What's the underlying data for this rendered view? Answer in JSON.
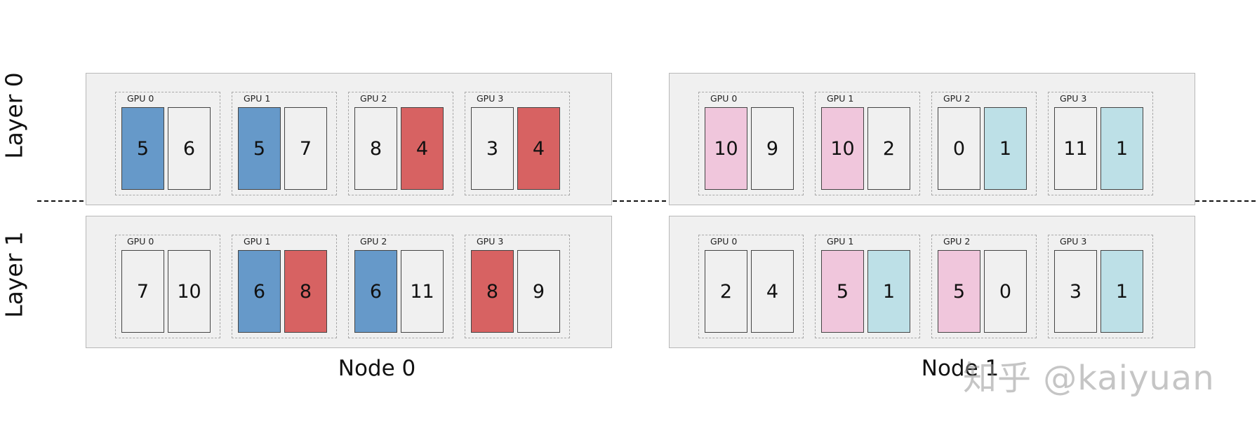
{
  "layers": [
    {
      "label": "Layer 0",
      "nodes": [
        {
          "gpus": [
            {
              "label": "GPU 0",
              "experts": [
                {
                  "value": "5",
                  "color": "blue"
                },
                {
                  "value": "6",
                  "color": "none"
                }
              ]
            },
            {
              "label": "GPU 1",
              "experts": [
                {
                  "value": "5",
                  "color": "blue"
                },
                {
                  "value": "7",
                  "color": "none"
                }
              ]
            },
            {
              "label": "GPU 2",
              "experts": [
                {
                  "value": "8",
                  "color": "none"
                },
                {
                  "value": "4",
                  "color": "red"
                }
              ]
            },
            {
              "label": "GPU 3",
              "experts": [
                {
                  "value": "3",
                  "color": "none"
                },
                {
                  "value": "4",
                  "color": "red"
                }
              ]
            }
          ]
        },
        {
          "gpus": [
            {
              "label": "GPU 0",
              "experts": [
                {
                  "value": "10",
                  "color": "pink"
                },
                {
                  "value": "9",
                  "color": "none"
                }
              ]
            },
            {
              "label": "GPU 1",
              "experts": [
                {
                  "value": "10",
                  "color": "pink"
                },
                {
                  "value": "2",
                  "color": "none"
                }
              ]
            },
            {
              "label": "GPU 2",
              "experts": [
                {
                  "value": "0",
                  "color": "none"
                },
                {
                  "value": "1",
                  "color": "cyan"
                }
              ]
            },
            {
              "label": "GPU 3",
              "experts": [
                {
                  "value": "11",
                  "color": "none"
                },
                {
                  "value": "1",
                  "color": "cyan"
                }
              ]
            }
          ]
        }
      ]
    },
    {
      "label": "Layer 1",
      "nodes": [
        {
          "gpus": [
            {
              "label": "GPU 0",
              "experts": [
                {
                  "value": "7",
                  "color": "none"
                },
                {
                  "value": "10",
                  "color": "none"
                }
              ]
            },
            {
              "label": "GPU 1",
              "experts": [
                {
                  "value": "6",
                  "color": "blue"
                },
                {
                  "value": "8",
                  "color": "red"
                }
              ]
            },
            {
              "label": "GPU 2",
              "experts": [
                {
                  "value": "6",
                  "color": "blue"
                },
                {
                  "value": "11",
                  "color": "none"
                }
              ]
            },
            {
              "label": "GPU 3",
              "experts": [
                {
                  "value": "8",
                  "color": "red"
                },
                {
                  "value": "9",
                  "color": "none"
                }
              ]
            }
          ]
        },
        {
          "gpus": [
            {
              "label": "GPU 0",
              "experts": [
                {
                  "value": "2",
                  "color": "none"
                },
                {
                  "value": "4",
                  "color": "none"
                }
              ]
            },
            {
              "label": "GPU 1",
              "experts": [
                {
                  "value": "5",
                  "color": "pink"
                },
                {
                  "value": "1",
                  "color": "cyan"
                }
              ]
            },
            {
              "label": "GPU 2",
              "experts": [
                {
                  "value": "5",
                  "color": "pink"
                },
                {
                  "value": "0",
                  "color": "none"
                }
              ]
            },
            {
              "label": "GPU 3",
              "experts": [
                {
                  "value": "3",
                  "color": "none"
                },
                {
                  "value": "1",
                  "color": "cyan"
                }
              ]
            }
          ]
        }
      ]
    }
  ],
  "node_labels": [
    "Node 0",
    "Node 1"
  ],
  "watermark": "知乎 @kaiyuan",
  "colors": {
    "blue": "#6699c9",
    "red": "#d76262",
    "pink": "#f0c6dc",
    "cyan": "#bde0e7",
    "none": "#f0f0f0"
  }
}
